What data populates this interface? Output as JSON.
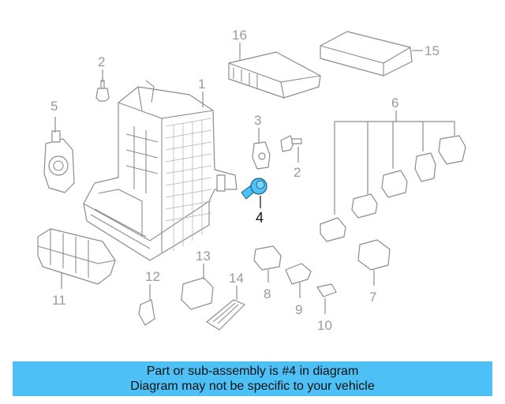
{
  "diagram": {
    "highlight_color": "#4dc0f5",
    "callouts": [
      {
        "id": "1",
        "label": "1"
      },
      {
        "id": "2a",
        "label": "2"
      },
      {
        "id": "2b",
        "label": "2"
      },
      {
        "id": "3",
        "label": "3"
      },
      {
        "id": "4",
        "label": "4",
        "highlighted": true
      },
      {
        "id": "5",
        "label": "5"
      },
      {
        "id": "6",
        "label": "6"
      },
      {
        "id": "7",
        "label": "7"
      },
      {
        "id": "8",
        "label": "8"
      },
      {
        "id": "9",
        "label": "9"
      },
      {
        "id": "10",
        "label": "10"
      },
      {
        "id": "11",
        "label": "11"
      },
      {
        "id": "12",
        "label": "12"
      },
      {
        "id": "13",
        "label": "13"
      },
      {
        "id": "14",
        "label": "14"
      },
      {
        "id": "15",
        "label": "15"
      },
      {
        "id": "16",
        "label": "16"
      }
    ]
  },
  "banner": {
    "background": "#4dc0f5",
    "line1": "Part or sub-assembly is #4 in diagram",
    "line2": "Diagram may not be specific to your vehicle"
  }
}
